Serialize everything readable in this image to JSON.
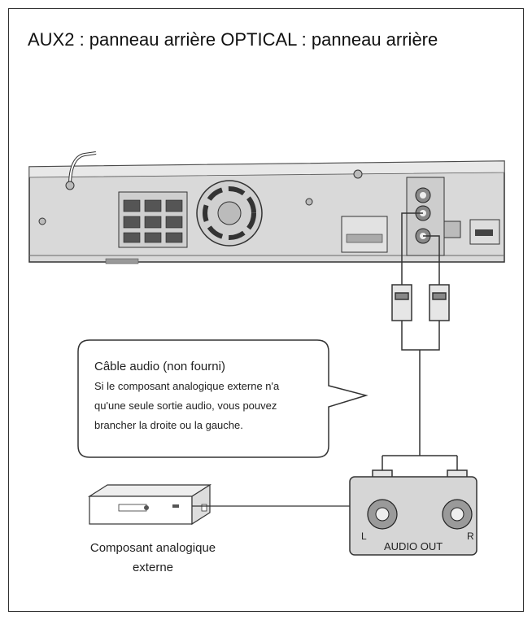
{
  "title": "AUX2 : panneau arrière OPTICAL : panneau arrière",
  "callout": {
    "heading": "Câble audio (non fourni)",
    "line1": "Si le composant analogique externe n'a",
    "line2": "qu'une seule sortie audio, vous pouvez",
    "line3": "brancher la droite ou la gauche."
  },
  "device": {
    "label_line1": "Composant analogique",
    "label_line2": "externe"
  },
  "audio_out": {
    "label": "AUDIO OUT",
    "left": "L",
    "right": "R"
  }
}
